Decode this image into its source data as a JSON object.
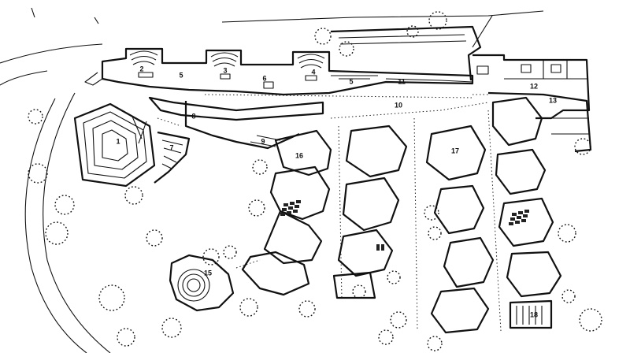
{
  "plan": {
    "labels": {
      "l1": "1",
      "l2": "2",
      "l3": "3",
      "l4": "4",
      "l5a": "5",
      "l5b": "5",
      "l6": "6",
      "l7": "7",
      "l8": "8",
      "l9": "9",
      "l10": "10",
      "l11": "11",
      "l12": "12",
      "l13": "13",
      "l15": "15",
      "l16": "16",
      "l17": "17",
      "l18": "18"
    }
  }
}
